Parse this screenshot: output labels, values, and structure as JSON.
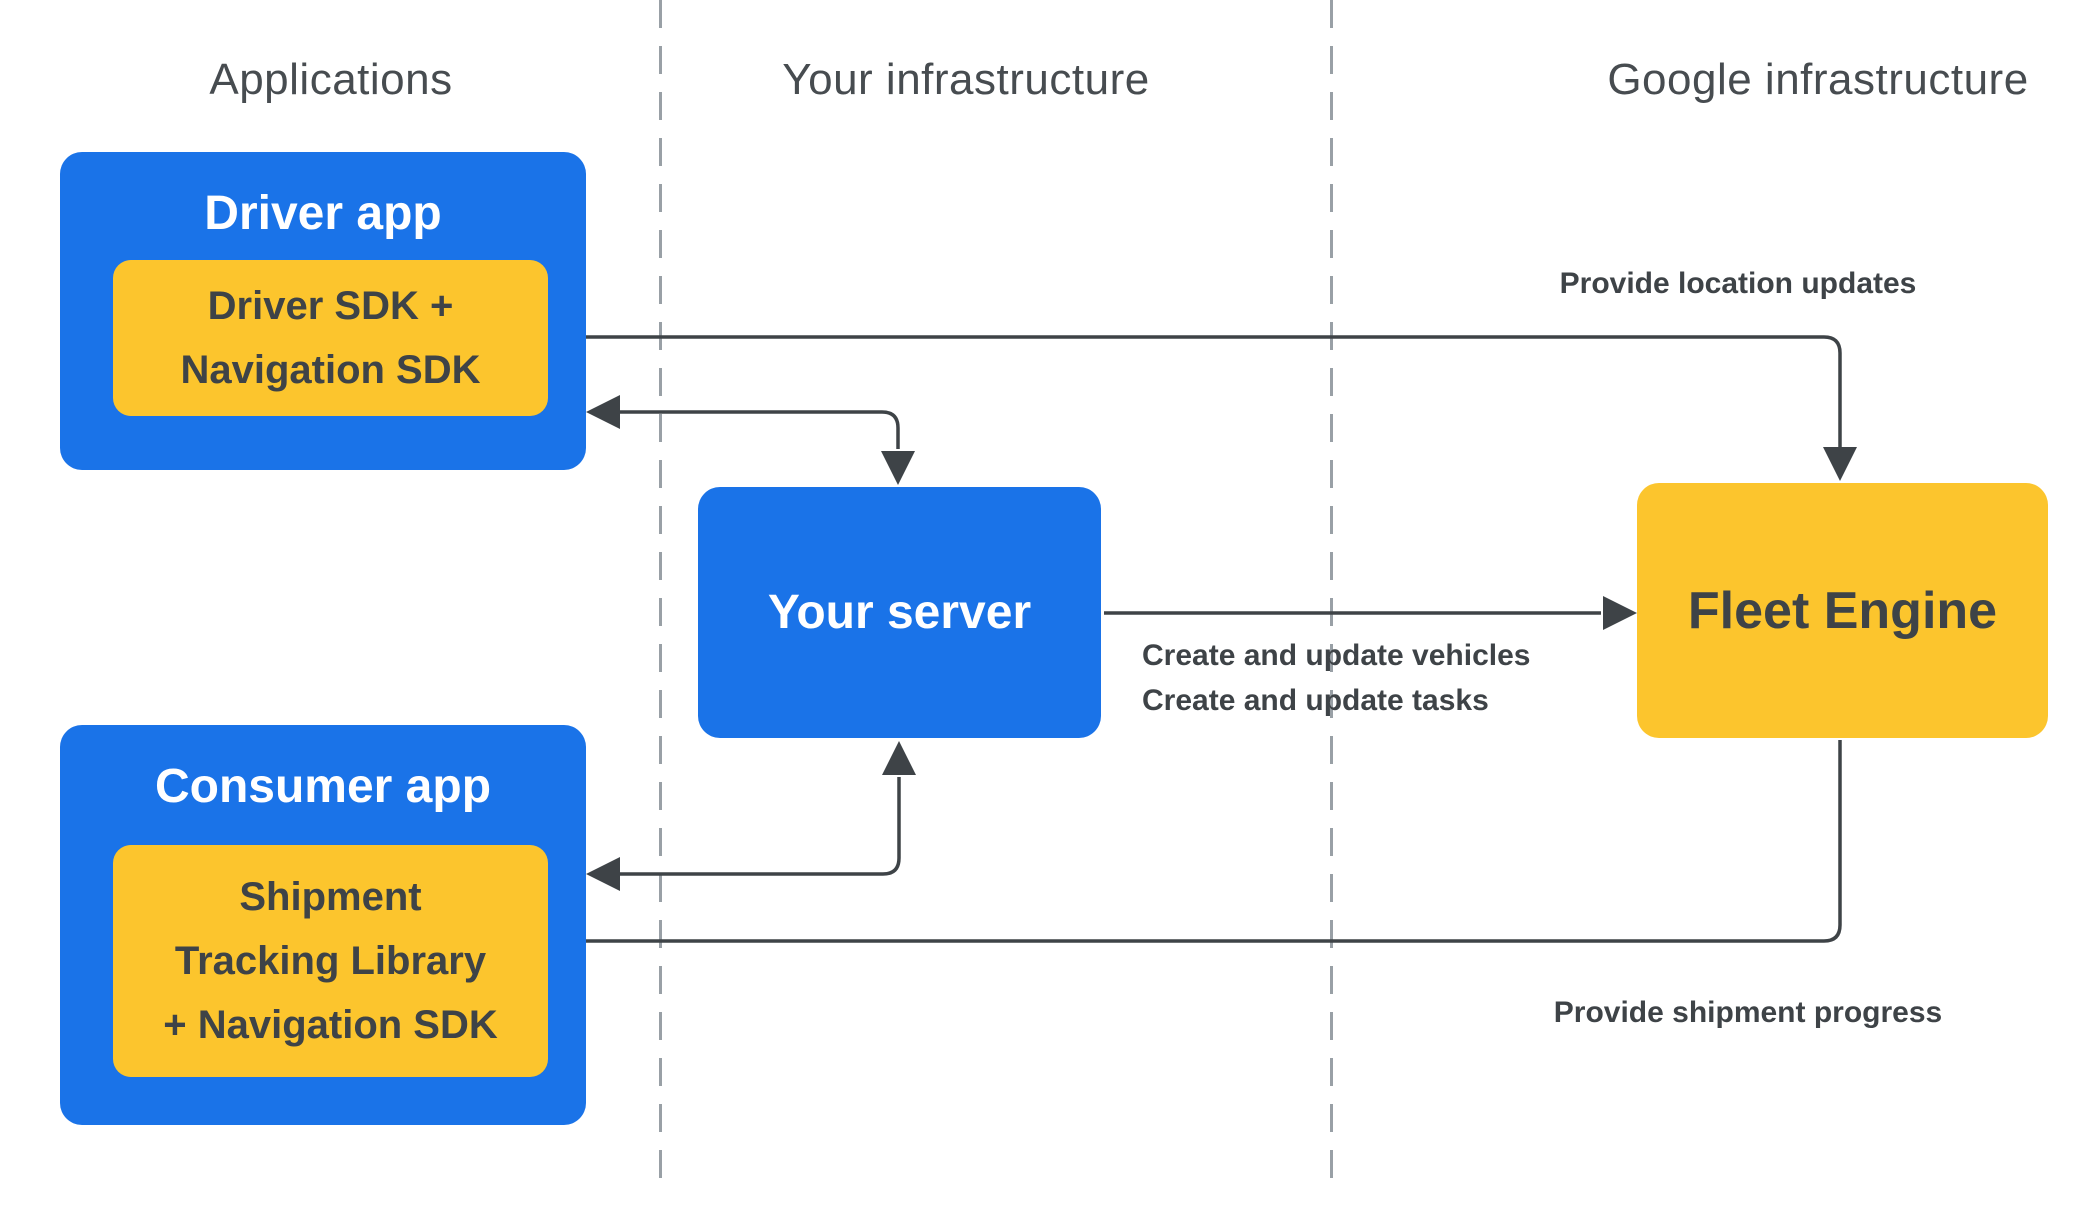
{
  "headers": {
    "applications": "Applications",
    "your_infrastructure": "Your infrastructure",
    "google_infrastructure": "Google infrastructure"
  },
  "nodes": {
    "driver_app": {
      "title": "Driver app"
    },
    "driver_sdk": {
      "line1": "Driver SDK +",
      "line2": "Navigation SDK"
    },
    "your_server": {
      "title": "Your server"
    },
    "fleet_engine": {
      "title": "Fleet Engine"
    },
    "consumer_app": {
      "title": "Consumer app"
    },
    "shipment_library": {
      "line1": "Shipment",
      "line2": "Tracking Library",
      "line3": "+ Navigation SDK"
    }
  },
  "edge_labels": {
    "provide_location_updates": "Provide location updates",
    "create_and_update_vehicles": "Create and update vehicles",
    "create_and_update_tasks": "Create and update tasks",
    "provide_shipment_progress": "Provide shipment progress"
  },
  "colors": {
    "node_blue": "#1a73e8",
    "node_yellow": "#fcc52d",
    "ink": "#3e4347",
    "divider_gray": "#99a0a6",
    "header_text": "#474c50"
  }
}
